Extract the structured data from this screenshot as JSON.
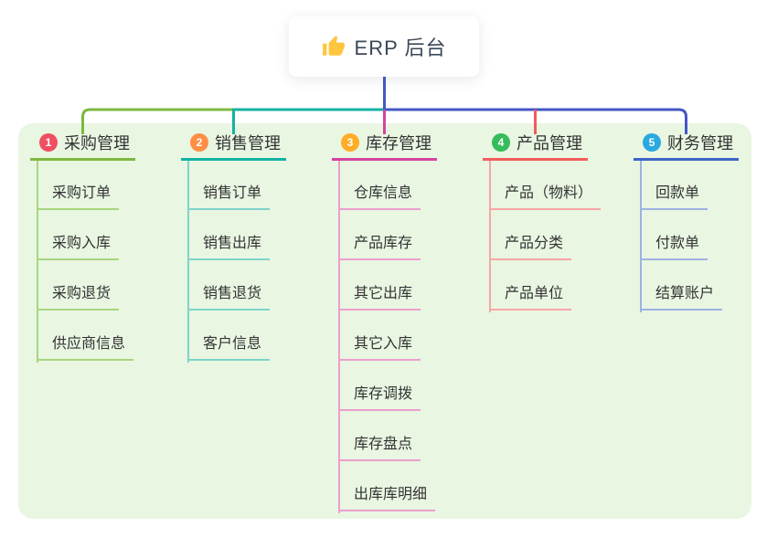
{
  "root": {
    "label": "ERP 后台",
    "icon": "thumbs-up-icon",
    "icon_color": "#FFC53D"
  },
  "colors": {
    "panel_bg": "#E9F6E2",
    "connector_blue": "#4457C5",
    "root_text": "#3C4857",
    "node_text": "#333333"
  },
  "branches": [
    {
      "index": "1",
      "label": "采购管理",
      "badge_color": "#F04F62",
      "color_main": "#7CB93E",
      "color_light": "#A8D67E",
      "children": [
        "采购订单",
        "采购入库",
        "采购退货",
        "供应商信息"
      ]
    },
    {
      "index": "2",
      "label": "销售管理",
      "badge_color": "#FF8E45",
      "color_main": "#15B2A3",
      "color_light": "#7ED4CA",
      "children": [
        "销售订单",
        "销售出库",
        "销售退货",
        "客户信息"
      ]
    },
    {
      "index": "3",
      "label": "库存管理",
      "badge_color": "#FFAD27",
      "color_main": "#D6439F",
      "color_light": "#EC9FCE",
      "children": [
        "仓库信息",
        "产品库存",
        "其它出库",
        "其它入库",
        "库存调拨",
        "库存盘点",
        "出库库明细"
      ]
    },
    {
      "index": "4",
      "label": "产品管理",
      "badge_color": "#35BD5B",
      "color_main": "#F25B5B",
      "color_light": "#F6A6A6",
      "children": [
        "产品（物料）",
        "产品分类",
        "产品单位"
      ]
    },
    {
      "index": "5",
      "label": "财务管理",
      "badge_color": "#29A9E0",
      "color_main": "#3F63C8",
      "color_light": "#9DB2E3",
      "children": [
        "回款单",
        "付款单",
        "结算账户"
      ]
    }
  ]
}
